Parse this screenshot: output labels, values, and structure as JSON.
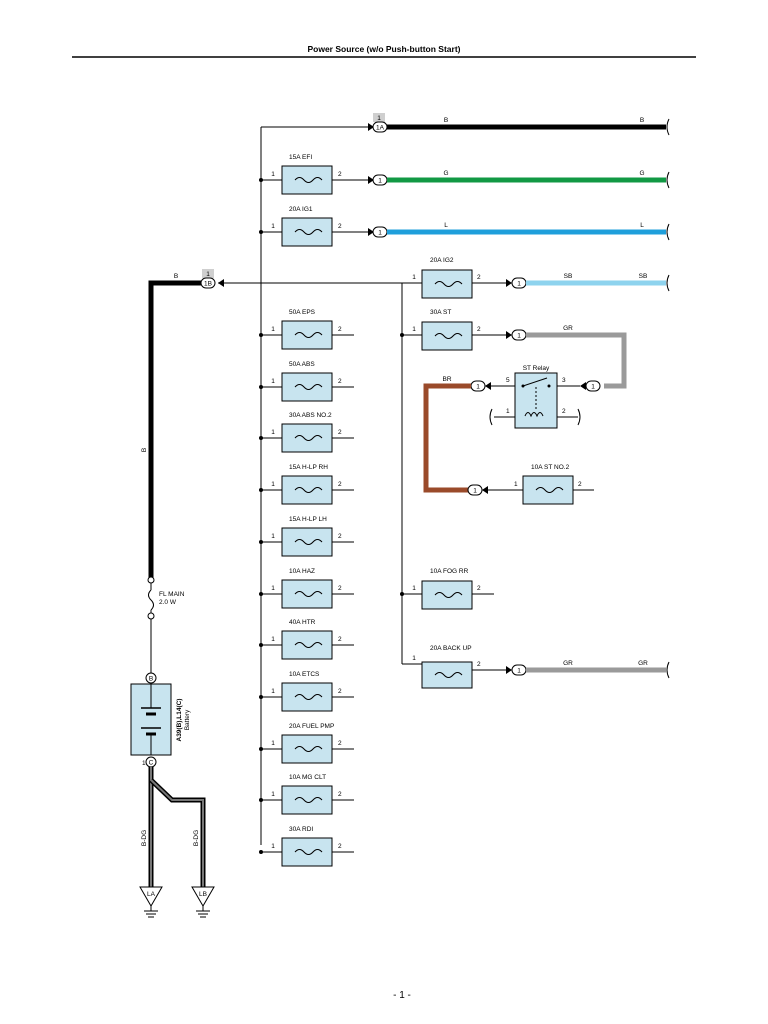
{
  "page": {
    "title": "Power Source (w/o Push-button Start)",
    "page_number": "- 1 -"
  },
  "wire_colors": {
    "B": "#000000",
    "G": "#119944",
    "L": "#1f9fdb",
    "SB": "#8ed3ee",
    "GR": "#9a9a9a",
    "BR": "#9a4a2a",
    "B-DG": "#555555"
  },
  "top_outputs": [
    {
      "tag": "1",
      "connector": "1A",
      "left_label": "B",
      "right_label": "B"
    },
    {
      "pin_in": "1",
      "fuse": "15A EFI",
      "pin_out": "2",
      "connector": "1",
      "left_label": "G",
      "right_label": "G"
    },
    {
      "pin_in": "1",
      "fuse": "20A IG1",
      "pin_out": "2",
      "connector": "1",
      "left_label": "L",
      "right_label": "L"
    }
  ],
  "main_input": {
    "wire_label": "B",
    "tag": "1",
    "connector": "1B",
    "vertical_label": "B"
  },
  "left_fuses": [
    {
      "label": "50A EPS",
      "pin_in": "1",
      "pin_out": "2"
    },
    {
      "label": "50A ABS",
      "pin_in": "1",
      "pin_out": "2"
    },
    {
      "label": "30A ABS NO.2",
      "pin_in": "1",
      "pin_out": "2"
    },
    {
      "label": "15A H-LP RH",
      "pin_in": "1",
      "pin_out": "2"
    },
    {
      "label": "15A H-LP LH",
      "pin_in": "1",
      "pin_out": "2"
    },
    {
      "label": "10A HAZ",
      "pin_in": "1",
      "pin_out": "2"
    },
    {
      "label": "40A HTR",
      "pin_in": "1",
      "pin_out": "2"
    },
    {
      "label": "10A ETCS",
      "pin_in": "1",
      "pin_out": "2"
    },
    {
      "label": "20A FUEL PMP",
      "pin_in": "1",
      "pin_out": "2"
    },
    {
      "label": "10A MG CLT",
      "pin_in": "1",
      "pin_out": "2"
    },
    {
      "label": "30A RDI",
      "pin_in": "1",
      "pin_out": "2"
    }
  ],
  "right_fuses": [
    {
      "label": "20A IG2",
      "pin_in": "1",
      "pin_out": "2",
      "connector": "1",
      "left_label": "SB",
      "right_label": "SB"
    },
    {
      "label": "30A ST",
      "pin_in": "1",
      "pin_out": "2",
      "connector": "1",
      "left_label": "GR"
    },
    {
      "label": "10A FOG RR",
      "pin_in": "1",
      "pin_out": "2"
    },
    {
      "label": "20A BACK UP",
      "pin_in": "1",
      "pin_out": "2",
      "connector": "1",
      "left_label": "GR",
      "right_label": "GR"
    }
  ],
  "st_relay": {
    "label": "ST Relay",
    "pin5": "5",
    "pin3": "3",
    "pin1": "1",
    "pin2": "2",
    "conn_left": "1",
    "conn_right": "1",
    "br_label": "BR"
  },
  "st_no2": {
    "label": "10A ST NO.2",
    "pin_in": "1",
    "pin_out": "2",
    "connector": "1"
  },
  "fl_main": {
    "line1": "FL MAIN",
    "line2": "2.0 W"
  },
  "battery": {
    "pin_top": "B",
    "pin_bottom": "C",
    "pin_bottom_num": "1",
    "code": "A39(B),L14(C)",
    "name": "Battery"
  },
  "grounds": [
    {
      "label": "LA",
      "wire": "B-DG"
    },
    {
      "label": "LB",
      "wire": "B-DG"
    }
  ]
}
